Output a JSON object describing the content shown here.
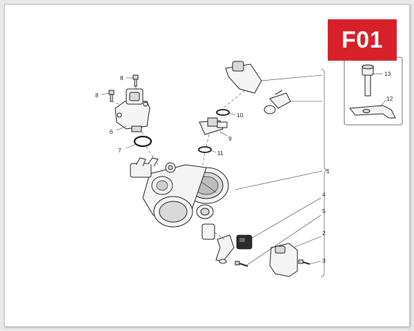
{
  "section_code": "F01",
  "callouts": [
    {
      "id": "c1",
      "text": "1"
    },
    {
      "id": "c2",
      "text": "2"
    },
    {
      "id": "c3",
      "text": "3"
    },
    {
      "id": "c4",
      "text": "4"
    },
    {
      "id": "c5",
      "text": "5"
    },
    {
      "id": "c6",
      "text": "6"
    },
    {
      "id": "c7",
      "text": "7"
    },
    {
      "id": "c8a",
      "text": "8"
    },
    {
      "id": "c8b",
      "text": "8"
    },
    {
      "id": "c9",
      "text": "9"
    },
    {
      "id": "c10",
      "text": "10"
    },
    {
      "id": "c11",
      "text": "11"
    },
    {
      "id": "c12",
      "text": "12"
    },
    {
      "id": "c13",
      "text": "13"
    }
  ]
}
